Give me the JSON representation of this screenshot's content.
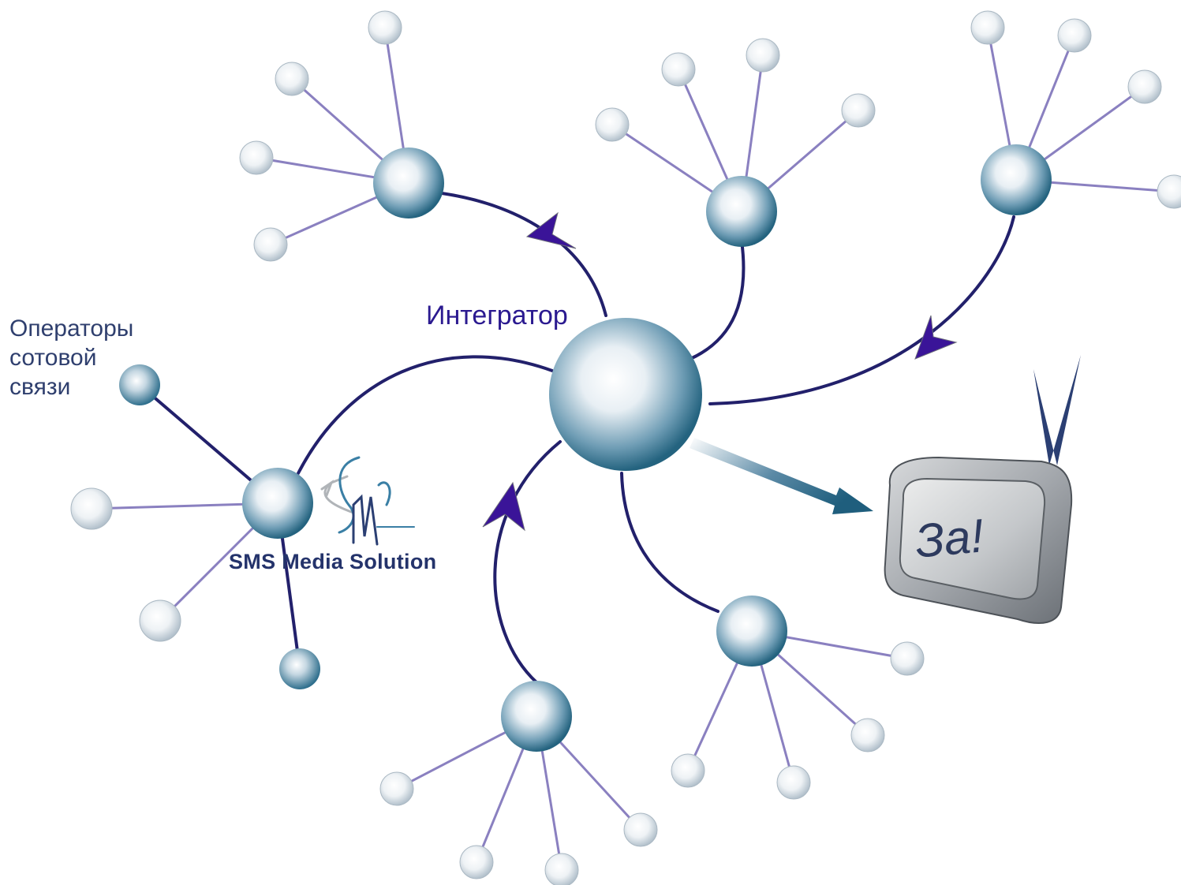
{
  "labels": {
    "operators": [
      "Операторы",
      "сотовой",
      "связи"
    ],
    "integrator": "Интегратор",
    "company": "SMS Media Solution",
    "tv_screen": "За!"
  },
  "colors": {
    "link": "#22206b",
    "leaf_link": "#8a80c0",
    "arrow": "#3a1498",
    "hub": "#2e6f8e",
    "leaf": "#c8d2da",
    "tv_body": "#8f949a",
    "tv_screen": "#c6c9cc"
  },
  "icons": {
    "logo": "sms-media-logo",
    "tv": "television-icon",
    "arrow": "flow-arrow-icon"
  }
}
